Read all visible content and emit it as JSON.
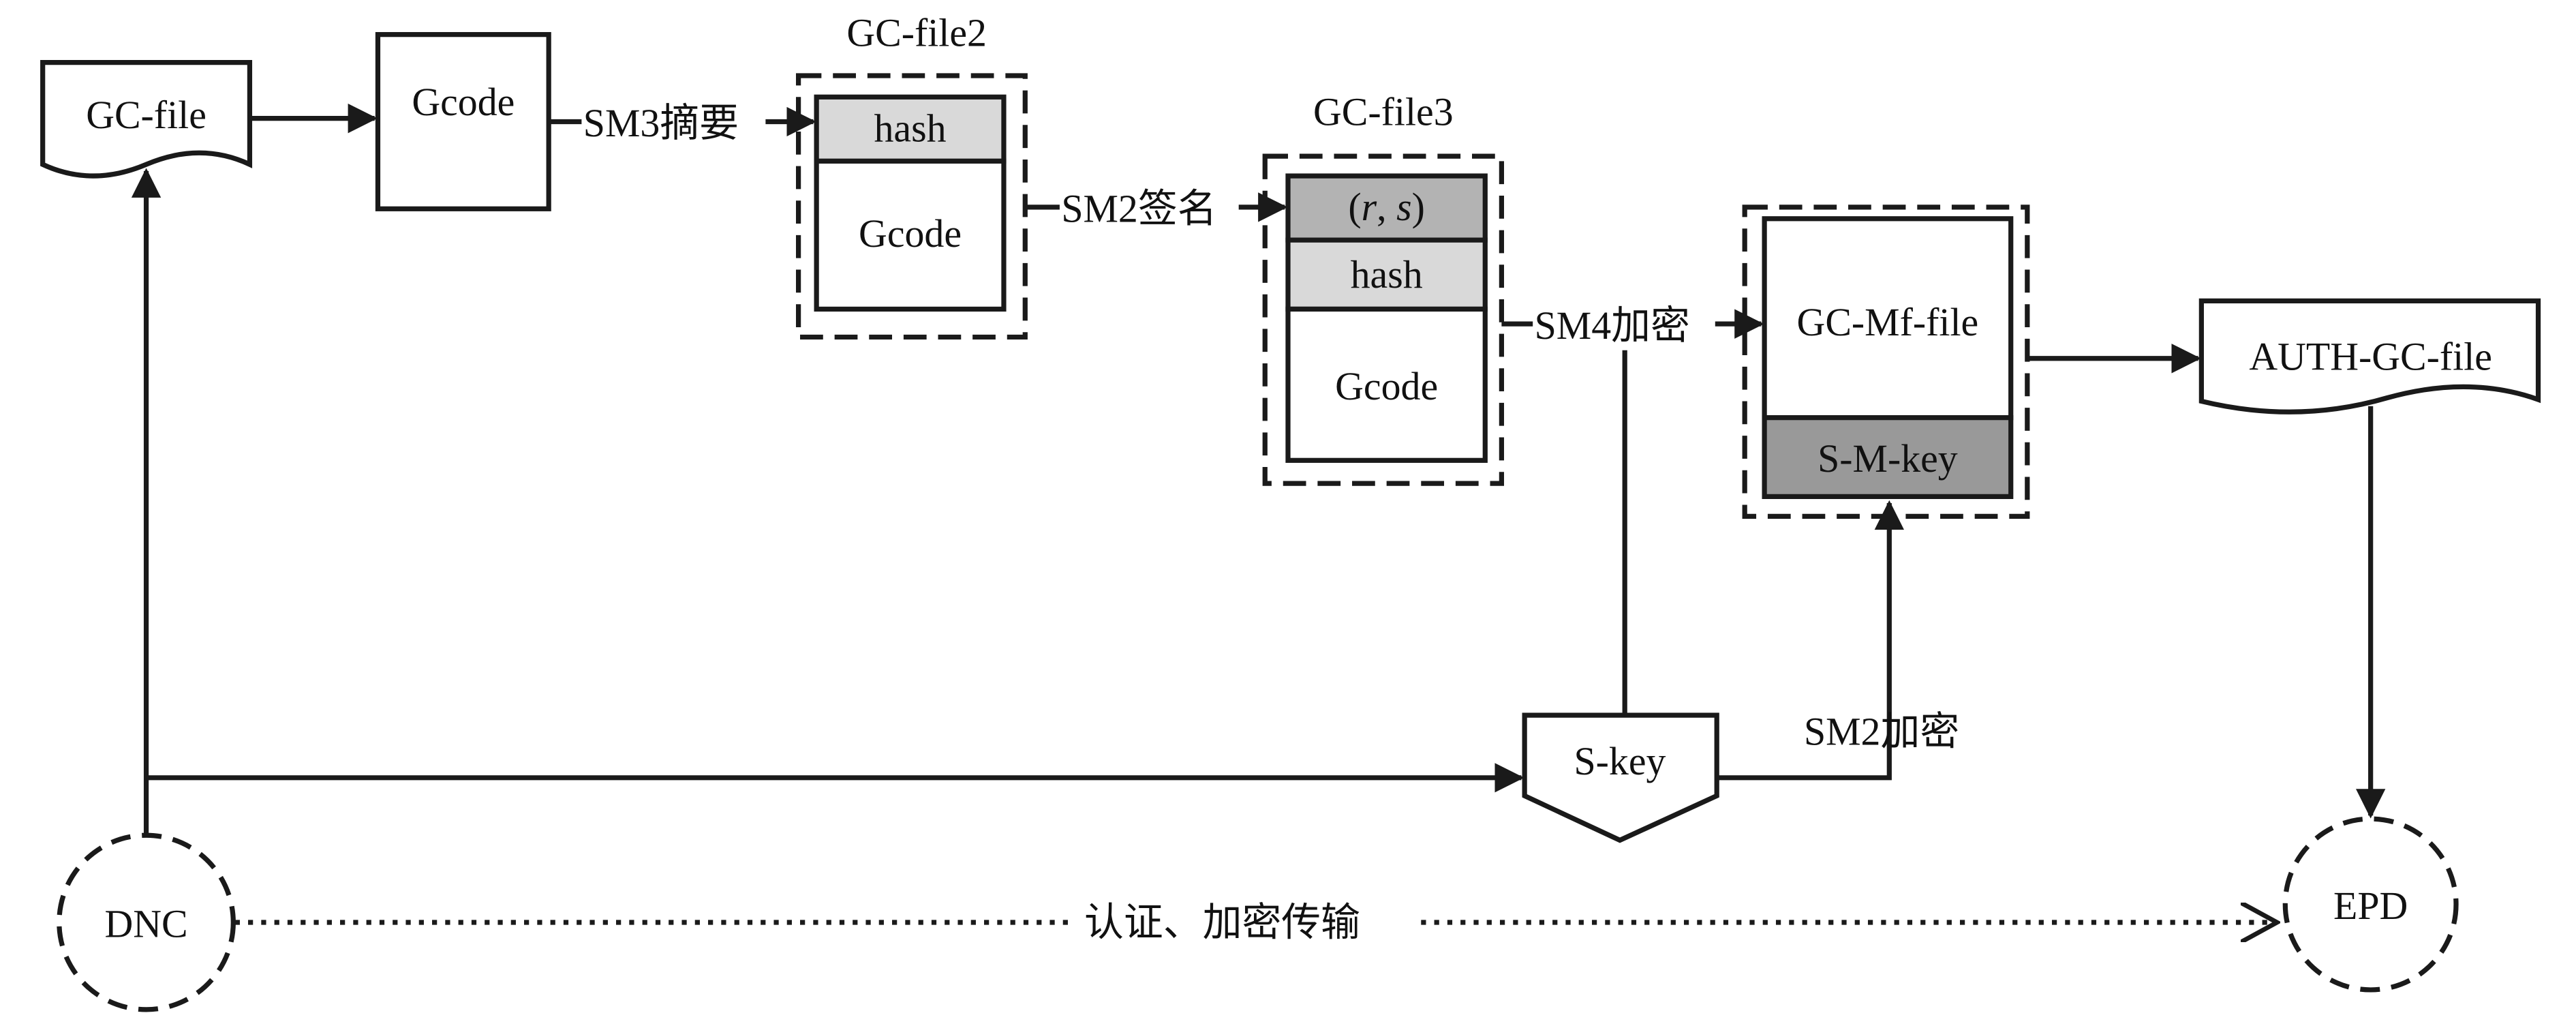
{
  "nodes": {
    "gc_file": "GC-file",
    "gcode1": "Gcode",
    "gc_file2_title": "GC-file2",
    "gc_file2_hash": "hash",
    "gc_file2_gcode": "Gcode",
    "gc_file3_title": "GC-file3",
    "gc_file3_rs_r": "r",
    "gc_file3_rs_s": "s",
    "gc_file3_hash": "hash",
    "gc_file3_gcode": "Gcode",
    "gc_mf_file": "GC-Mf-file",
    "s_m_key": "S-M-key",
    "auth_gc_file": "AUTH-GC-file",
    "s_key": "S-key",
    "dnc": "DNC",
    "epd": "EPD"
  },
  "edges": {
    "sm3": "SM3摘要",
    "sm2_sign": "SM2签名",
    "sm4": "SM4加密",
    "sm2_enc": "SM2加密",
    "auth_transfer": "认证、加密传输"
  },
  "colors": {
    "light_fill": "#d9d9d9",
    "mid_fill": "#b3b3b3",
    "dark_fill": "#999999",
    "line": "#1a1a1a"
  }
}
